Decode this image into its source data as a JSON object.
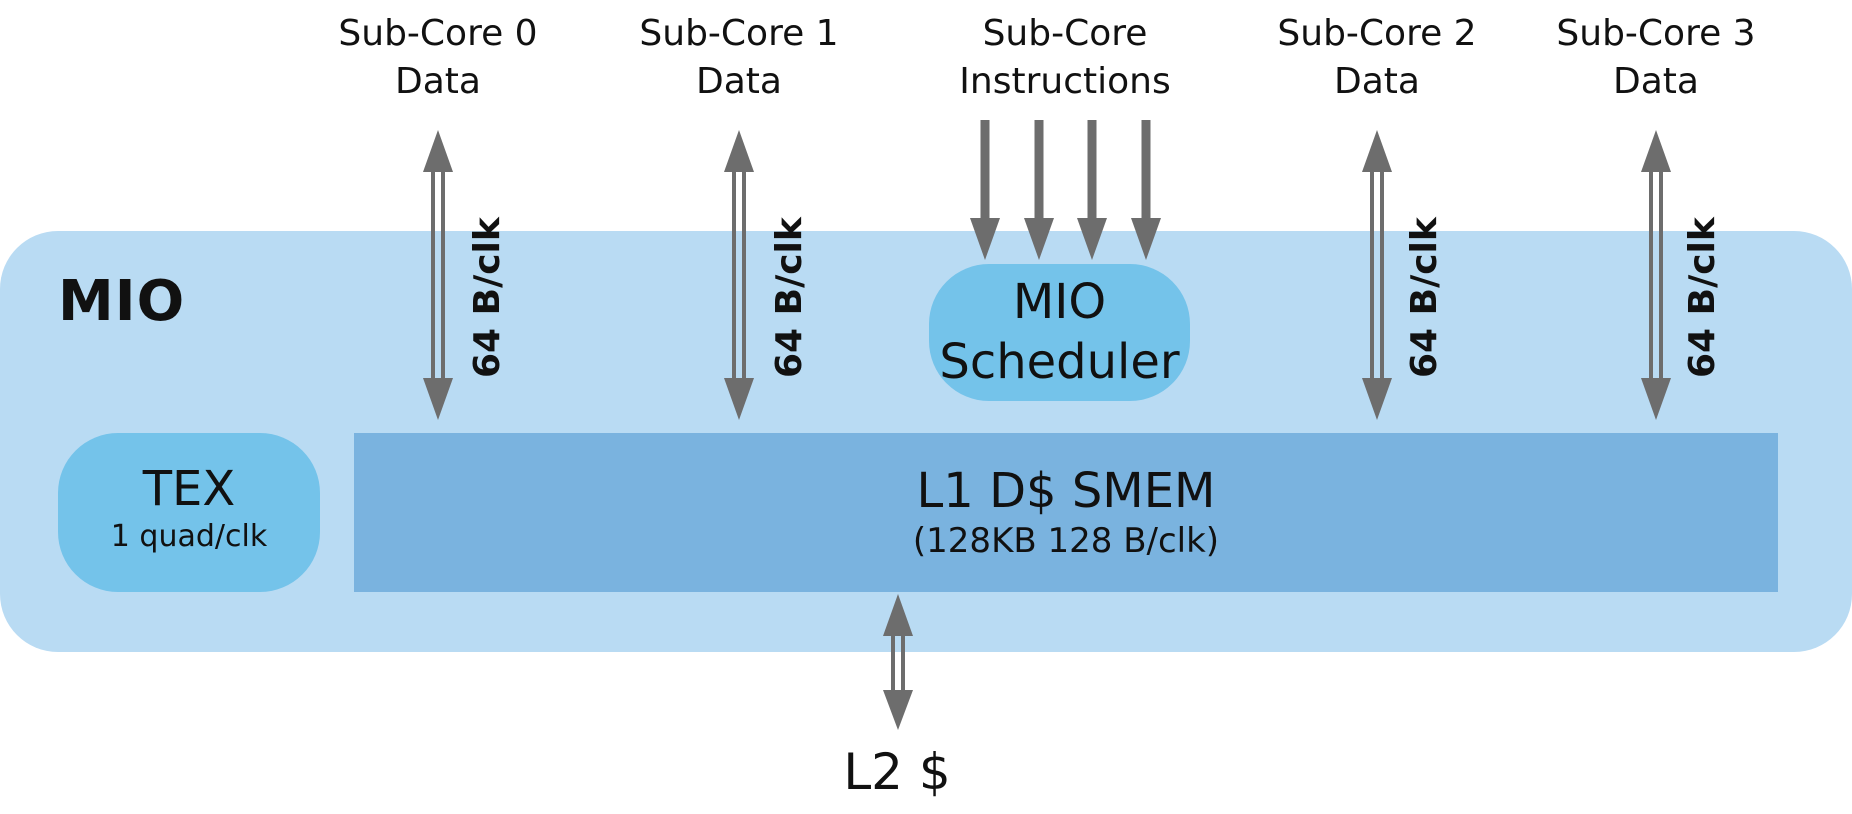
{
  "top_labels": [
    {
      "line1": "Sub-Core 0",
      "line2": "Data"
    },
    {
      "line1": "Sub-Core 1",
      "line2": "Data"
    },
    {
      "line1": "Sub-Core",
      "line2": "Instructions"
    },
    {
      "line1": "Sub-Core 2",
      "line2": "Data"
    },
    {
      "line1": "Sub-Core 3",
      "line2": "Data"
    }
  ],
  "mio": {
    "title": "MIO"
  },
  "scheduler": {
    "line1": "MIO",
    "line2": "Scheduler"
  },
  "tex": {
    "title": "TEX",
    "subtitle": "1 quad/clk"
  },
  "l1": {
    "title": "L1 D$ SMEM",
    "subtitle": "(128KB 128 B/clk)"
  },
  "bandwidth_labels": [
    "64 B/clk",
    "64 B/clk",
    "64 B/clk",
    "64 B/clk"
  ],
  "l2": {
    "label": "L2 $"
  },
  "colors": {
    "mio_background": "#b9dbf3",
    "unit_fill": "#74c3ea",
    "l1_fill": "#7ab3df",
    "arrow": "#6d6d6d"
  }
}
